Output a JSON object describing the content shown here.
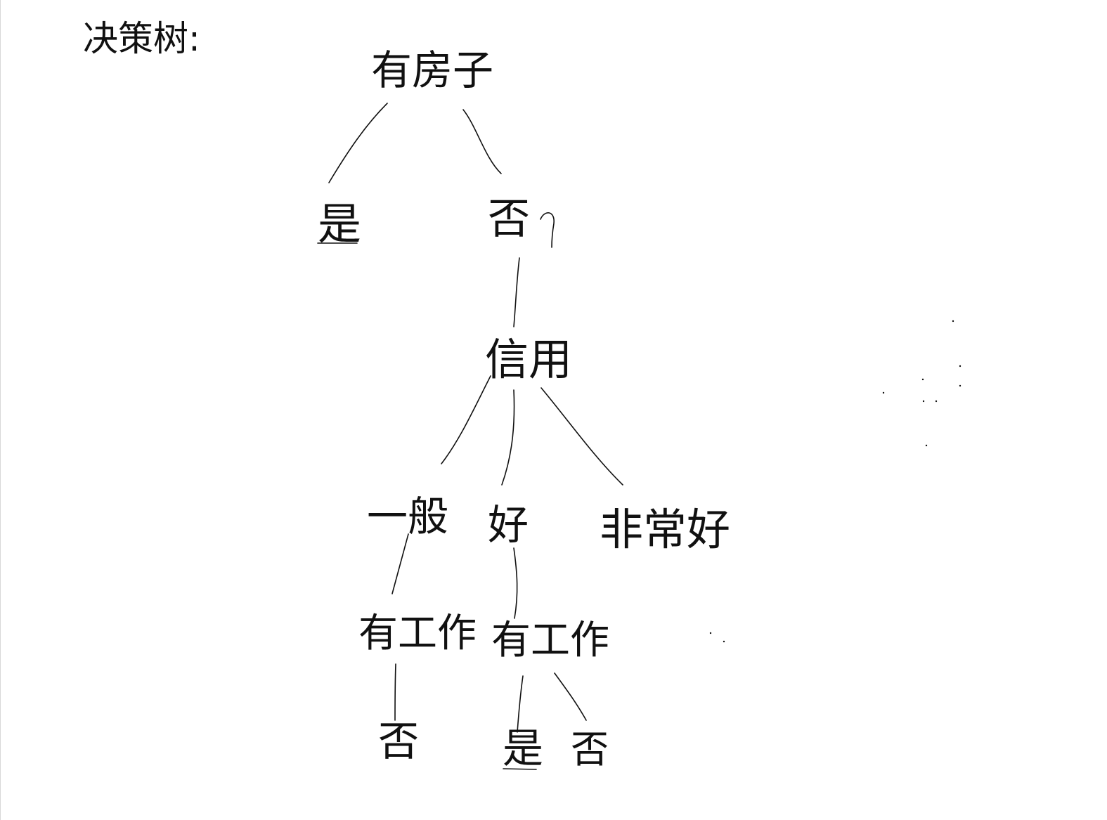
{
  "title": "决策树:",
  "colors": {
    "ink": "#111111",
    "paper": "#ffffff"
  },
  "tree": {
    "root": "有房子",
    "nodes": {
      "root": "有房子",
      "yes_leaf": "是",
      "no_branch": "否",
      "credit": "信用",
      "credit_general": "一般",
      "credit_good": "好",
      "credit_very_good": "非常好",
      "job_general": "有工作",
      "job_good": "有工作",
      "leaf_general_no": "否",
      "leaf_good_yes": "是",
      "leaf_good_no": "否"
    }
  }
}
